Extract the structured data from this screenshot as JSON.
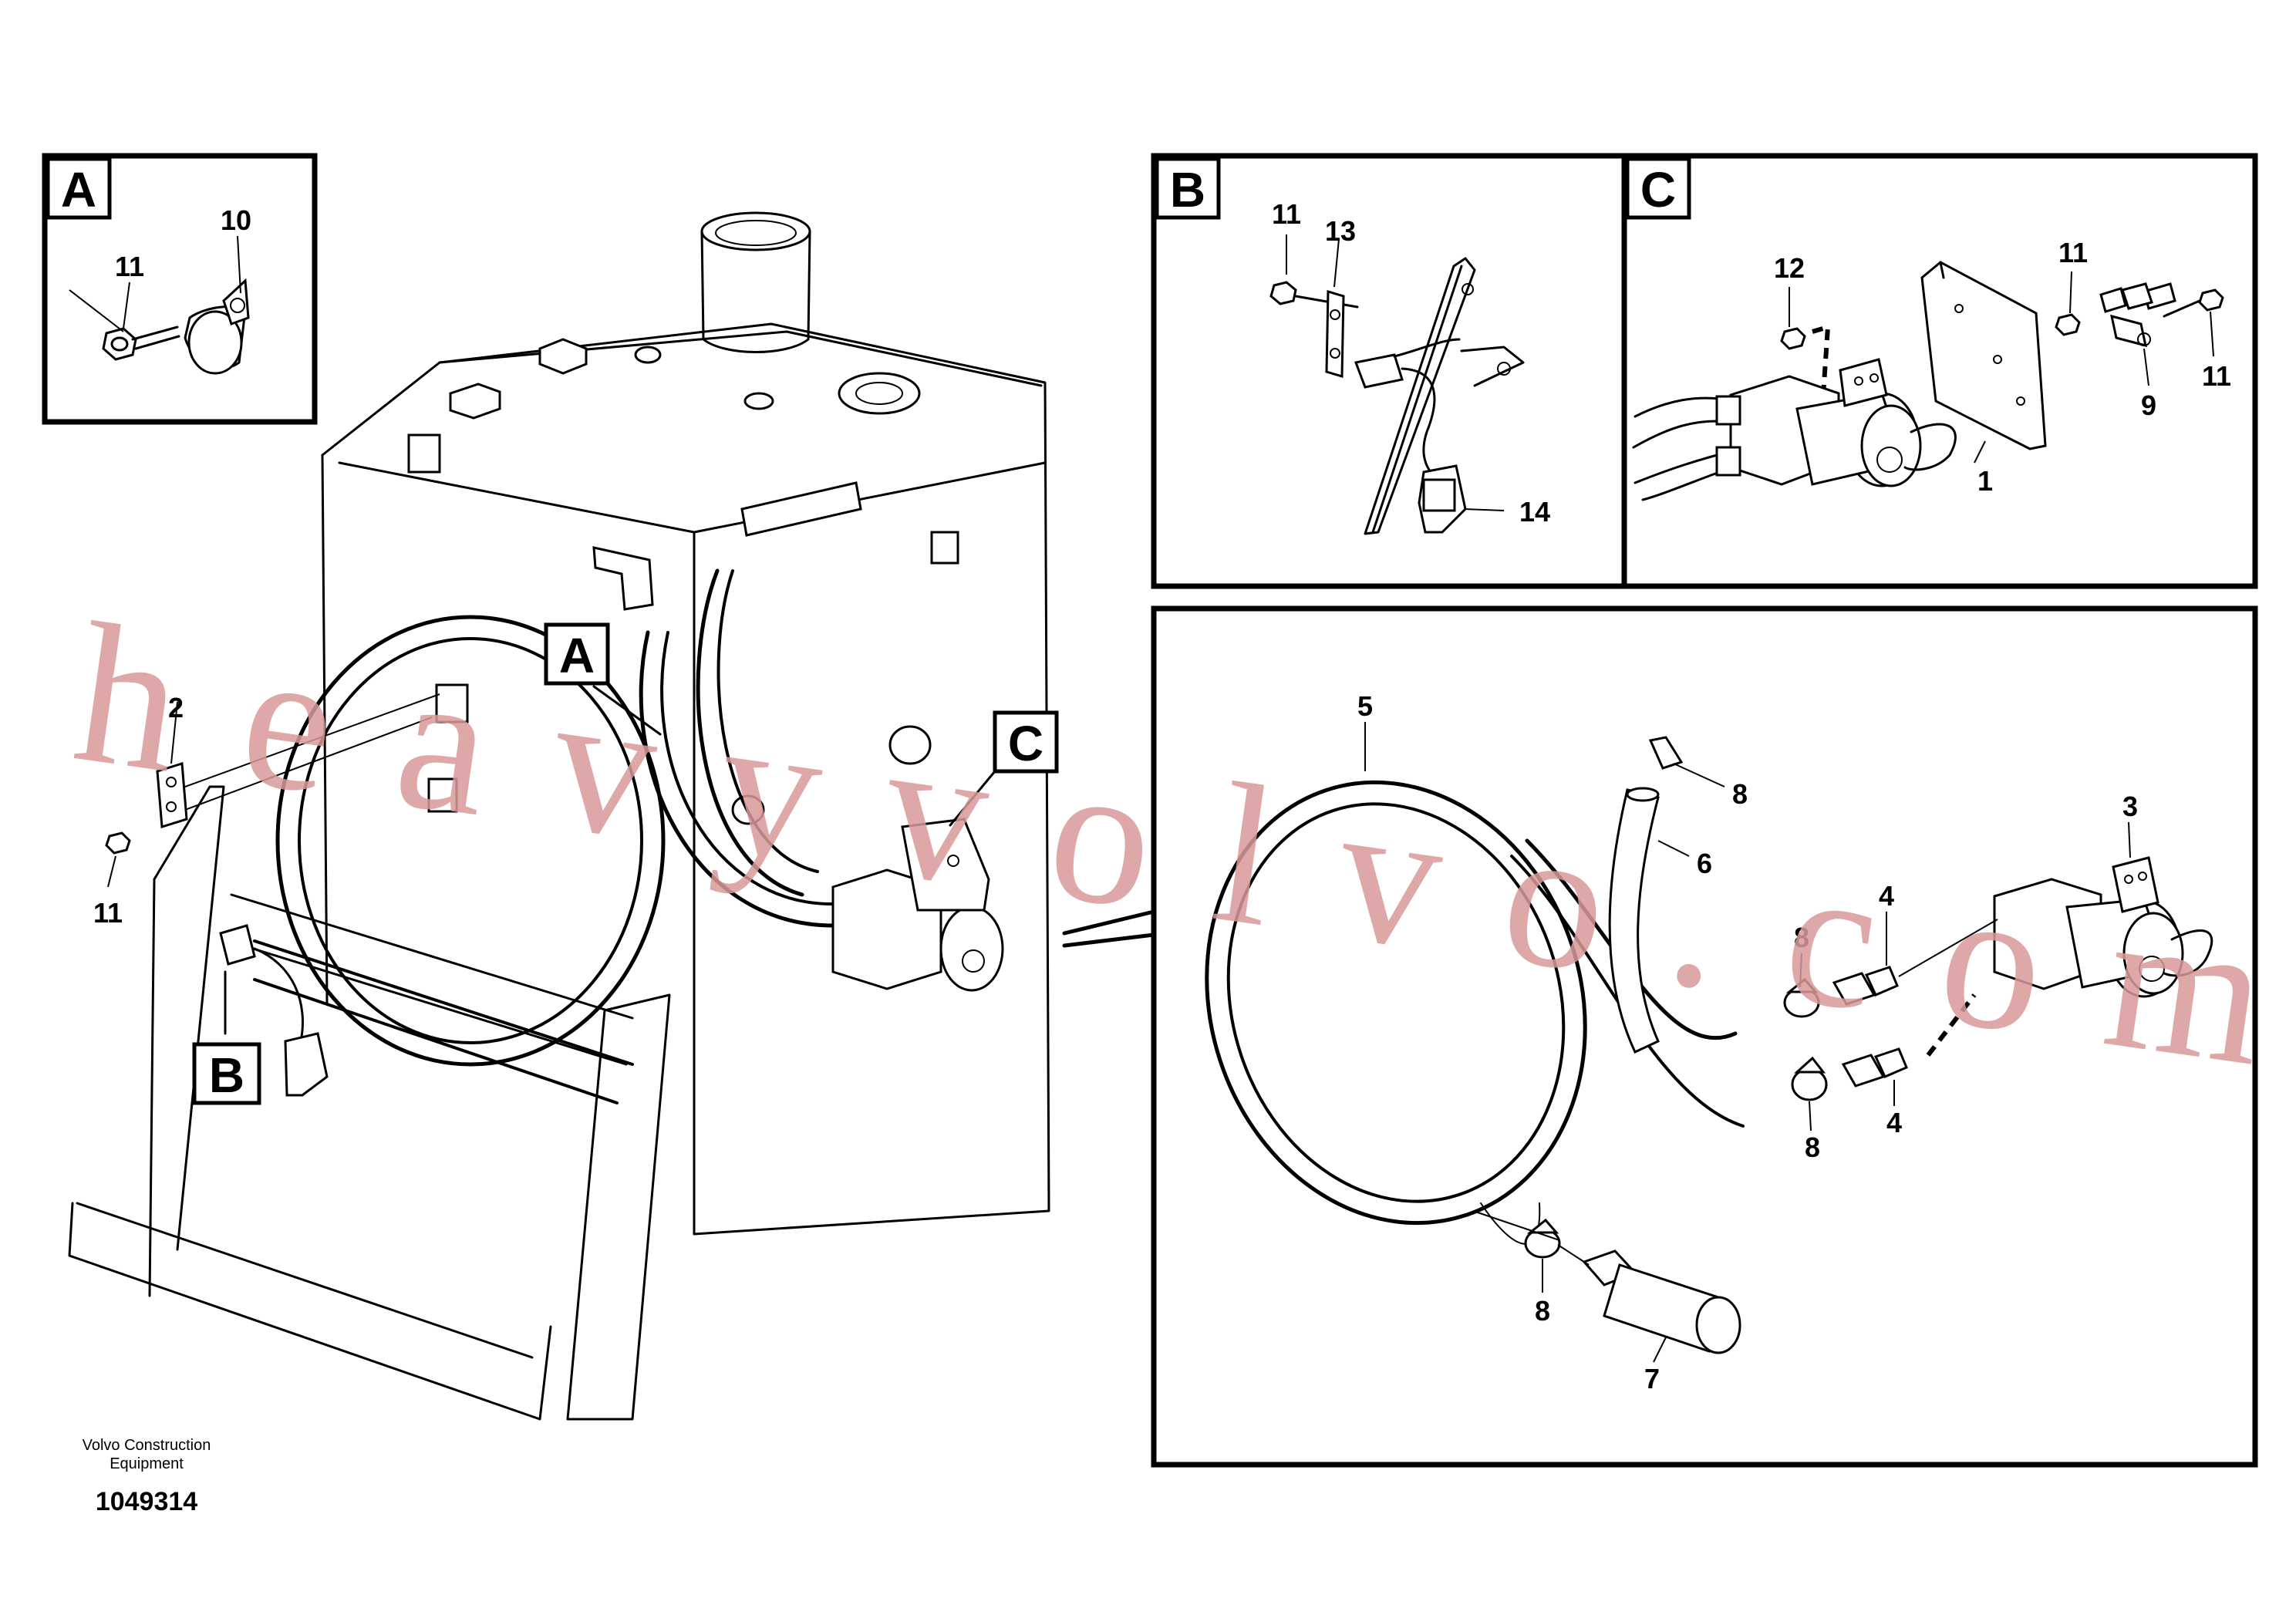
{
  "callouts": [
    {
      "id": "A-10",
      "text": "10"
    },
    {
      "id": "A-11",
      "text": "11"
    },
    {
      "id": "B-11",
      "text": "11"
    },
    {
      "id": "B-13",
      "text": "13"
    },
    {
      "id": "B-14",
      "text": "14"
    },
    {
      "id": "C-12",
      "text": "12"
    },
    {
      "id": "C-11a",
      "text": "11"
    },
    {
      "id": "C-11b",
      "text": "11"
    },
    {
      "id": "C-9",
      "text": "9"
    },
    {
      "id": "C-1",
      "text": "1"
    },
    {
      "id": "M-2",
      "text": "2"
    },
    {
      "id": "M-11",
      "text": "11"
    },
    {
      "id": "D-5",
      "text": "5"
    },
    {
      "id": "D-8a",
      "text": "8"
    },
    {
      "id": "D-6",
      "text": "6"
    },
    {
      "id": "D-3",
      "text": "3"
    },
    {
      "id": "D-8b",
      "text": "8"
    },
    {
      "id": "D-4a",
      "text": "4"
    },
    {
      "id": "D-4b",
      "text": "4"
    },
    {
      "id": "D-8c",
      "text": "8"
    },
    {
      "id": "D-8d",
      "text": "8"
    },
    {
      "id": "D-7",
      "text": "7"
    }
  ],
  "view_labels": {
    "A": "A",
    "B": "B",
    "C": "C",
    "main_A": "A",
    "main_B": "B",
    "main_C": "C"
  },
  "footer": {
    "company_line1": "Volvo Construction",
    "company_line2": "Equipment",
    "drawing_number": "1049314"
  },
  "watermark": "heavyvolvo.com",
  "colors": {
    "line": "#000000",
    "watermark": "#d99a9a",
    "background": "#ffffff"
  }
}
